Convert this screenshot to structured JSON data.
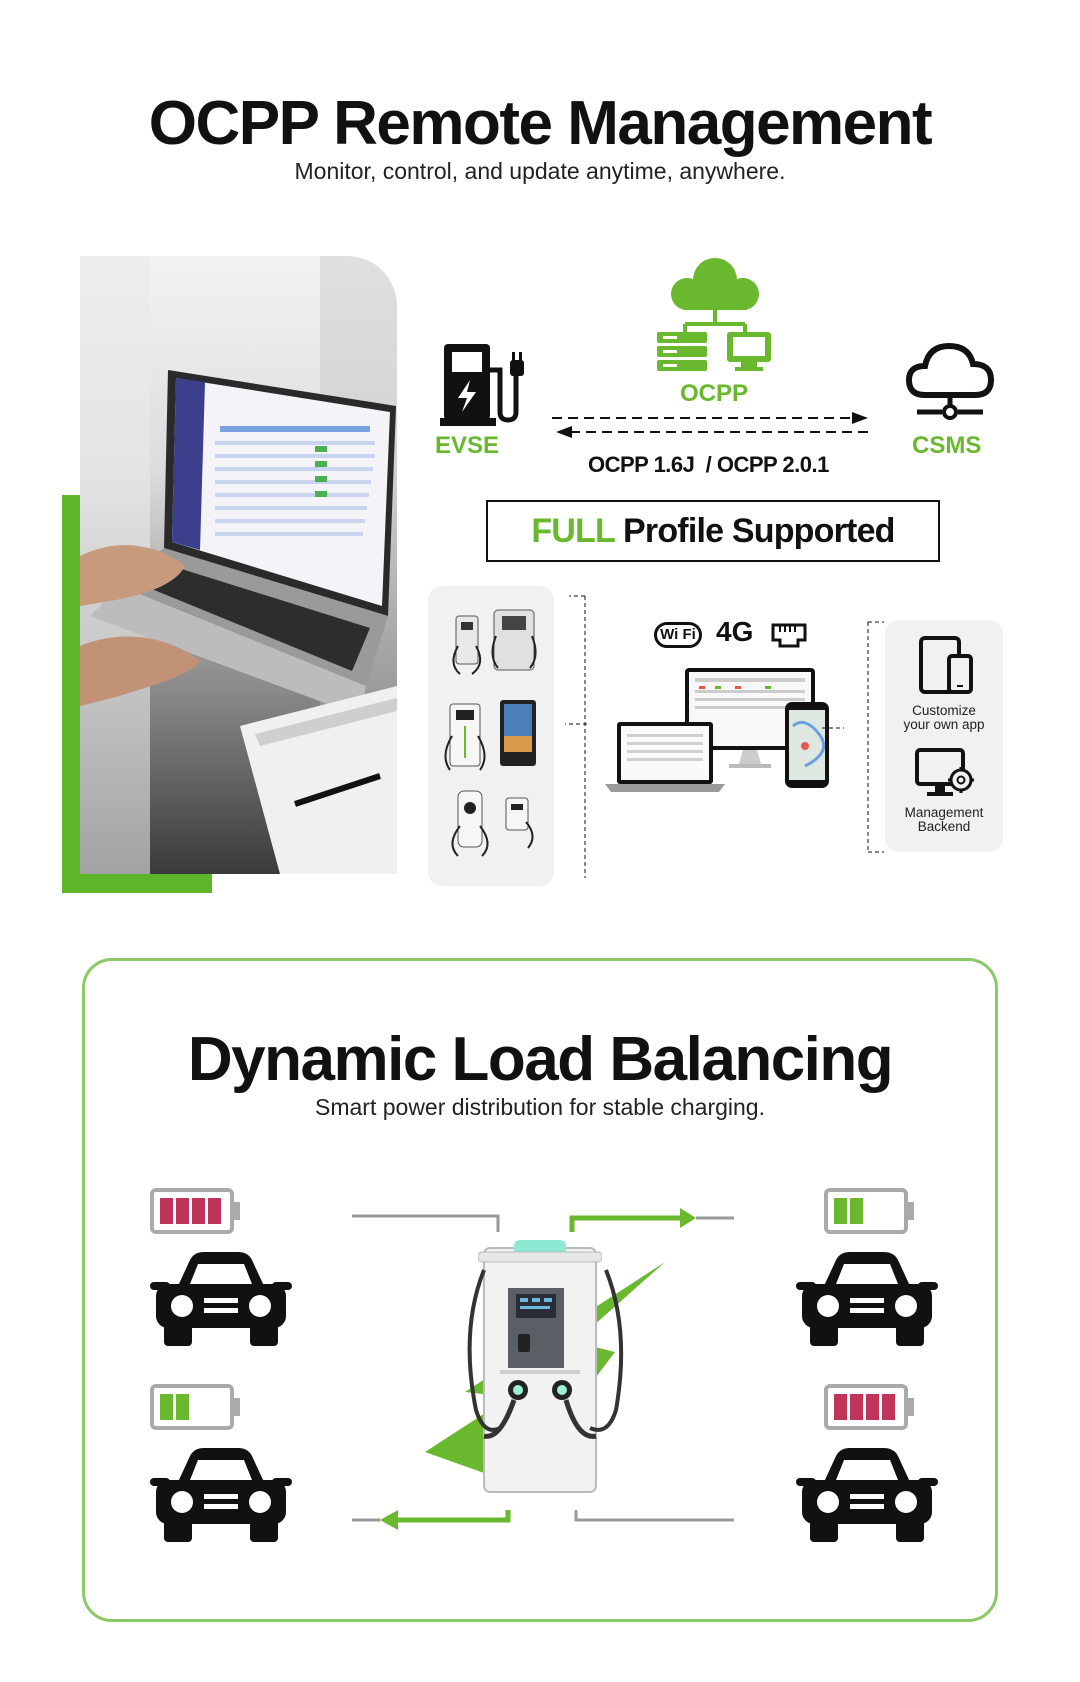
{
  "section1": {
    "title": "OCPP Remote Management",
    "subtitle": "Monitor, control, and update anytime, anywhere."
  },
  "diagram": {
    "evse_label": "EVSE",
    "ocpp_label": "OCPP",
    "csms_label": "CSMS",
    "protocol_versions": "OCPP 1.6J  / OCPP 2.0.1",
    "profile_highlight": "FULL",
    "profile_text": " Profile Supported",
    "connectivity": {
      "wifi": "Wi Fi",
      "cellular": "4G"
    },
    "right_panel": {
      "app_label_line1": "Customize",
      "app_label_line2": "your own app",
      "backend_label_line1": "Management",
      "backend_label_line2": "Backend"
    }
  },
  "section2": {
    "title": "Dynamic Load Balancing",
    "subtitle": "Smart power distribution for stable charging."
  },
  "vehicles": [
    {
      "position": "top-left",
      "battery": "high",
      "battery_color": "#c0345a"
    },
    {
      "position": "bottom-left",
      "battery": "low",
      "battery_color": "#6ab82e"
    },
    {
      "position": "top-right",
      "battery": "low",
      "battery_color": "#6ab82e"
    },
    {
      "position": "bottom-right",
      "battery": "high",
      "battery_color": "#c0345a"
    }
  ],
  "colors": {
    "accent": "#6ab82e",
    "battery_full": "#c0345a",
    "text": "#111111",
    "border": "#8cc865"
  }
}
